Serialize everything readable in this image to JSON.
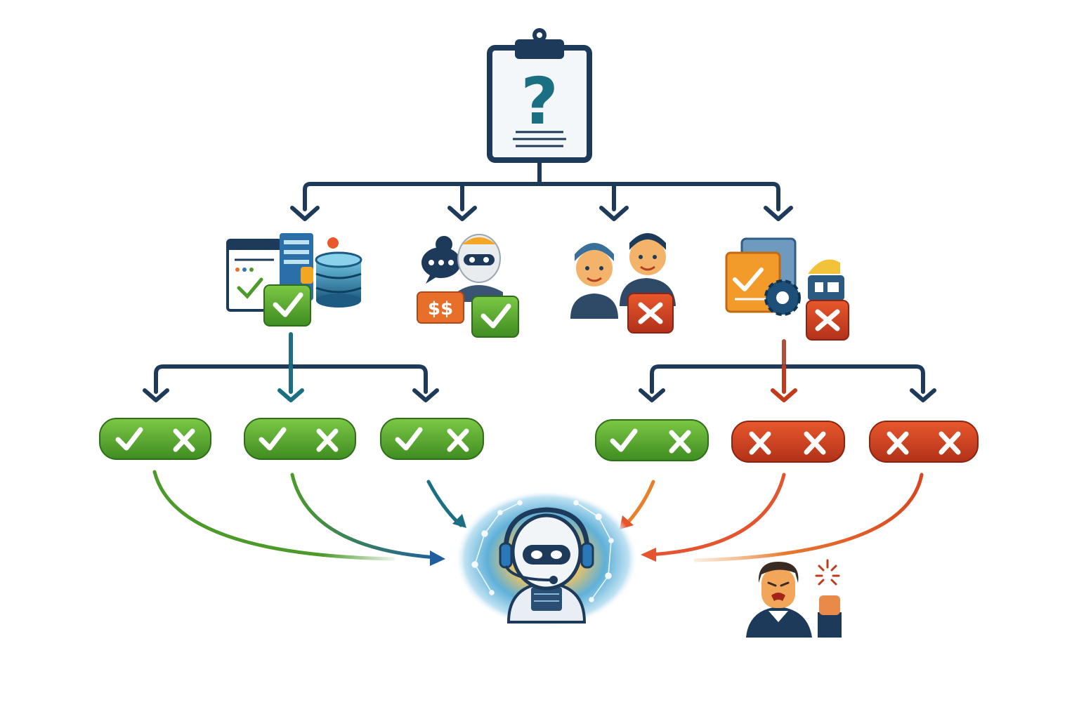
{
  "colors": {
    "navy": "#1e3a5a",
    "teal": "#1a6f82",
    "green": "#4c9a2a",
    "green_light": "#6bbf3a",
    "red": "#c23a1c",
    "red_light": "#e4542e",
    "orange": "#e86f2a",
    "amber": "#f2a623",
    "blue": "#2a78b8",
    "skin": "#f4b36a"
  },
  "root": {
    "icon": "clipboard-question-icon",
    "glyph": "?"
  },
  "options": [
    {
      "id": "opt-data",
      "icons": [
        "document-icon",
        "database-icon"
      ],
      "badge": "check"
    },
    {
      "id": "opt-cost",
      "icons": [
        "chat-bubble-icon",
        "robot-face-icon"
      ],
      "badge": "check",
      "price_text": "$$"
    },
    {
      "id": "opt-agents",
      "icons": [
        "person-icon",
        "person-icon"
      ],
      "badge": "cross"
    },
    {
      "id": "opt-workflow",
      "icons": [
        "checklist-icon",
        "gear-icon"
      ],
      "badge": "cross"
    }
  ],
  "outcomes": [
    {
      "group": "left",
      "marks": [
        "check",
        "cross"
      ],
      "color": "green"
    },
    {
      "group": "left",
      "marks": [
        "check",
        "cross"
      ],
      "color": "green"
    },
    {
      "group": "left",
      "marks": [
        "check",
        "cross"
      ],
      "color": "green"
    },
    {
      "group": "right",
      "marks": [
        "check",
        "cross"
      ],
      "color": "green"
    },
    {
      "group": "right",
      "marks": [
        "cross",
        "cross"
      ],
      "color": "red"
    },
    {
      "group": "right",
      "marks": [
        "cross",
        "cross"
      ],
      "color": "red"
    }
  ],
  "hub": {
    "icon": "robot-headset-icon"
  },
  "bystander": {
    "icon": "angry-customer-icon"
  }
}
